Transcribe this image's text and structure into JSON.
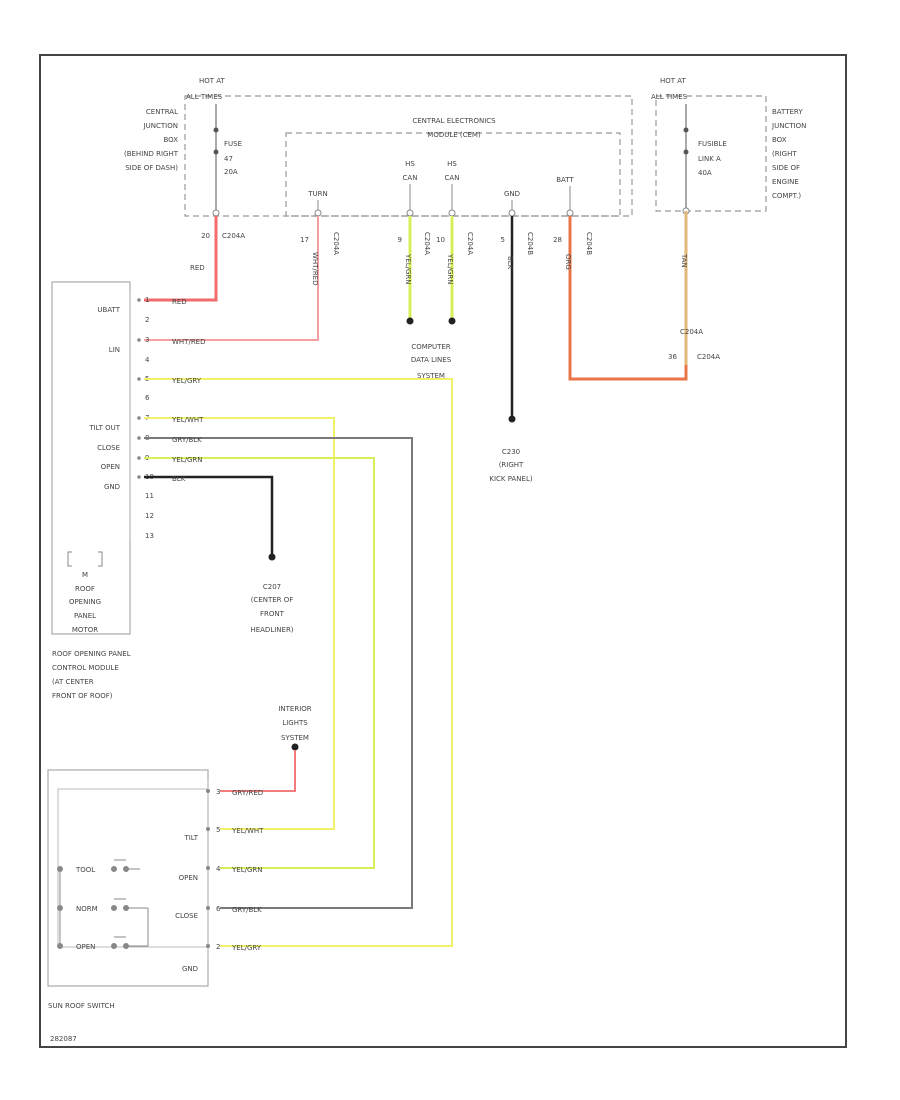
{
  "colors": {
    "red": "#f06b6b",
    "pink": "#f4a0a0",
    "yellow": "#f2f26a",
    "yellow_green": "#d8ef5a",
    "gray": "#7a7a7a",
    "black": "#222222",
    "orange": "#e8744a",
    "tan": "#e2b87a",
    "frame": "#444444"
  },
  "top": {
    "hot_left": [
      "HOT AT",
      "ALL TIMES"
    ],
    "hot_right": [
      "HOT AT",
      "ALL TIMES"
    ],
    "cjb": [
      "CENTRAL",
      "JUNCTION",
      "BOX",
      "(BEHIND RIGHT",
      "SIDE OF DASH)"
    ],
    "fuse": [
      "FUSE",
      "47",
      "20A"
    ],
    "cem": [
      "CENTRAL ELECTRONICS",
      "MODULE (CEM)"
    ],
    "pins_cem": [
      "TURN",
      "HS",
      "CAN",
      "HS",
      "CAN",
      "GND",
      "BATT"
    ],
    "fusible": [
      "FUSIBLE",
      "LINK A",
      "40A"
    ],
    "bjb": [
      "BATTERY",
      "JUNCTION",
      "BOX",
      "(RIGHT",
      "SIDE OF",
      "ENGINE",
      "COMPT.)"
    ]
  },
  "wires_top": {
    "pin_20": "20",
    "conn_20": "C204A",
    "w_red": "RED",
    "pin_17": "17",
    "conn_17": "C204A",
    "w_whtred": "WHT/RED",
    "pin_9": "9",
    "conn_9": "C204A",
    "pin_10": "10",
    "conn_10": "C204A",
    "w_yelgrn1": "YEL/GRN",
    "w_yelgrn2": "YEL/GRN",
    "pin_5": "5",
    "conn_5": "C204B",
    "w_blk": "BLK",
    "pin_28": "28",
    "conn_28": "C204B",
    "w_org": "ORG",
    "conn_right1": "C204A",
    "pin_36": "36",
    "conn_right2": "C204A",
    "w_tan": "TAN"
  },
  "computer": [
    "COMPUTER",
    "DATA LINES",
    "SYSTEM"
  ],
  "ground_c230": [
    "C230",
    "(RIGHT",
    "KICK PANEL)"
  ],
  "ground_c207": [
    "C207",
    "(CENTER OF",
    "FRONT",
    "HEADLINER)"
  ],
  "module": {
    "labels": [
      "UBATT",
      "LIN",
      "TILT OUT",
      "CLOSE",
      "OPEN",
      "GND"
    ],
    "pins": [
      "1",
      "2",
      "3",
      "4",
      "5",
      "6",
      "7",
      "8",
      "9",
      "10",
      "11",
      "12",
      "13"
    ],
    "wire_labels": [
      "RED",
      "WHT/RED",
      "YEL/GRY",
      "YEL/WHT",
      "GRY/BLK",
      "YEL/GRN",
      "BLK"
    ],
    "motor": [
      "M",
      "ROOF",
      "OPENING",
      "PANEL",
      "MOTOR"
    ],
    "caption": [
      "ROOF OPENING PANEL",
      "CONTROL MODULE",
      "(AT CENTER",
      "FRONT OF ROOF)"
    ]
  },
  "interior": [
    "INTERIOR",
    "LIGHTS",
    "SYSTEM"
  ],
  "switch": {
    "labels": [
      "TILT",
      "OPEN",
      "CLOSE",
      "GND"
    ],
    "pins": [
      "3",
      "5",
      "4",
      "6",
      "2"
    ],
    "wire_labels": [
      "GRY/RED",
      "YEL/WHT",
      "YEL/GRN",
      "GRY/BLK",
      "YEL/GRY"
    ],
    "positions": [
      "TOOL",
      "NORM",
      "OPEN"
    ],
    "caption": "SUN ROOF SWITCH"
  },
  "diagram_code": "282087"
}
